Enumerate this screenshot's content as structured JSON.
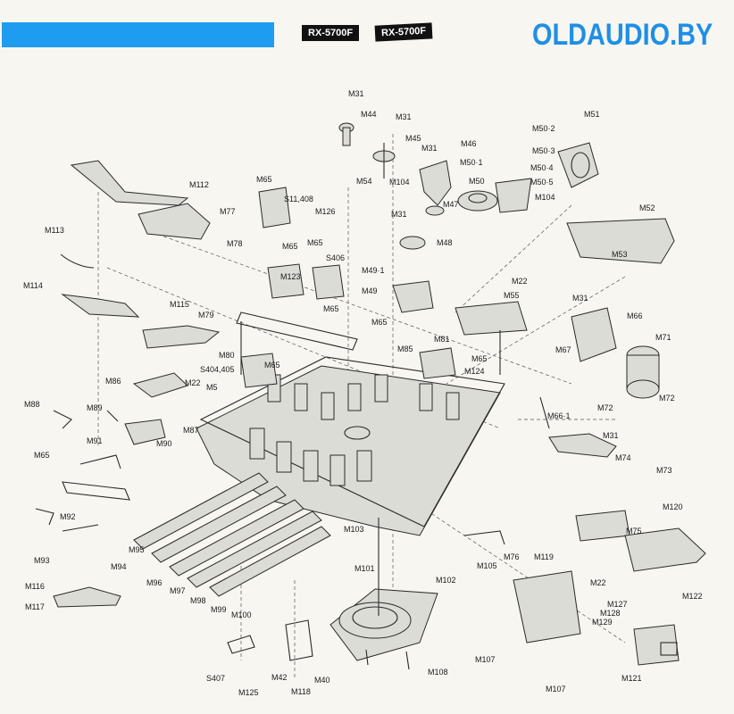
{
  "header": {
    "model_a": "RX-5700F",
    "model_b": "RX-5700F",
    "brand": "OLDAUDIO.BY",
    "accent_color": "#1e9cf0",
    "brand_color": "#1f8fe6"
  },
  "labels": {
    "m31_a": "M31",
    "m44": "M44",
    "m31_b": "M31",
    "m45": "M45",
    "m31_c": "M31",
    "m46": "M46",
    "m50_2": "M50·2",
    "m51": "M51",
    "m50_3": "M50·3",
    "m50_1": "M50·1",
    "m50_4": "M50·4",
    "m50_5": "M50·5",
    "m50": "M50",
    "m104_a": "M104",
    "m104_b": "M104",
    "m54": "M54",
    "m112": "M112",
    "m65_a": "M65",
    "s11_408": "S11,408",
    "m126": "M126",
    "m31_d": "M31",
    "m47": "M47",
    "m52": "M52",
    "m77": "M77",
    "m113": "M113",
    "m78": "M78",
    "m48": "M48",
    "m65_b": "M65",
    "m65_c": "M65",
    "s406": "S406",
    "m53": "M53",
    "m49_1": "M49·1",
    "m114": "M114",
    "m123": "M123",
    "m22_a": "M22",
    "m49": "M49",
    "m55": "M55",
    "m115": "M115",
    "m65_d": "M65",
    "m31_e": "M31",
    "m79": "M79",
    "m65_e": "M65",
    "m66": "M66",
    "m71": "M71",
    "m81": "M81",
    "m80": "M80",
    "m85": "M85",
    "m67": "M67",
    "m65_f": "M65",
    "m65_g": "M65",
    "s404_405": "S404,405",
    "m124": "M124",
    "m86": "M86",
    "m22_b": "M22",
    "m5": "M5",
    "m72_a": "M72",
    "m72_b": "M72",
    "m88": "M88",
    "m89": "M89",
    "m66_1": "M66·1",
    "m87": "M87",
    "m31_f": "M31",
    "m90": "M90",
    "m91": "M91",
    "m74": "M74",
    "m73": "M73",
    "m65_h": "M65",
    "m92": "M92",
    "m120": "M120",
    "m103": "M103",
    "m75": "M75",
    "m93": "M93",
    "m94": "M94",
    "m95": "M95",
    "m76": "M76",
    "m96": "M96",
    "m105": "M105",
    "m119": "M119",
    "m22_c": "M22",
    "m97": "M97",
    "m98": "M98",
    "m101": "M101",
    "m102": "M102",
    "m122": "M122",
    "m99": "M99",
    "m116": "M116",
    "m127": "M127",
    "m100": "M100",
    "m128": "M128",
    "m117": "M117",
    "m129": "M129",
    "m107_a": "M107",
    "s407": "S407",
    "m42": "M42",
    "m40": "M40",
    "m108": "M108",
    "m121": "M121",
    "m125": "M125",
    "m118": "M118",
    "m107_b": "M107"
  }
}
